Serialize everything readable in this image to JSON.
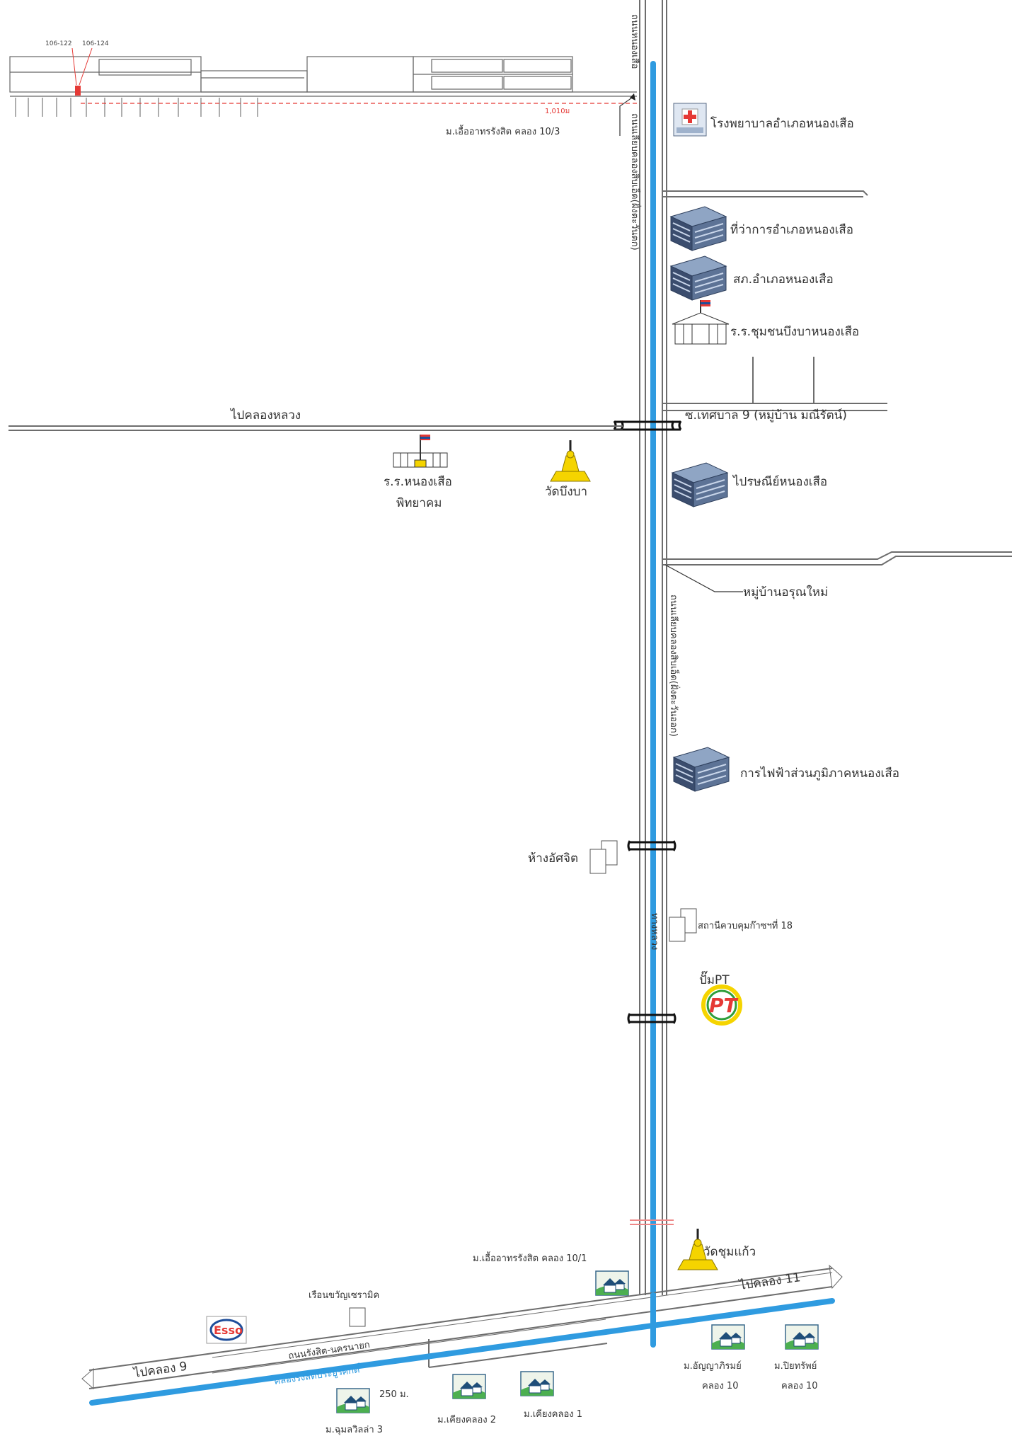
{
  "map": {
    "plots": {
      "plot_a": "106-122",
      "plot_b": "106-124",
      "distance": "1,010ม"
    },
    "roads": {
      "nongsua_top": "ถนนหนองเสือ",
      "klong_left_north": "ถนนเลียบคลองสิบเอ็ด(ฝั่งตะวันตก)",
      "klong_right_south": "ถนนเลียบคลองสิบเอ็ด(ฝั่งตะวันออก)",
      "rural_road": "ทางหลวง",
      "main_road": "ถนนรังสิต-นครนายก",
      "canal_main": "คลองรังสิตประยูรศักดิ์",
      "to_klong_luang": "ไปคลองหลวง",
      "to_klong_11": "ไปคลอง 11",
      "to_klong_9": "ไปคลอง 9",
      "soi_tesaban": "ซ.เทศบาล 9 (หมู่บ้าน มณีรัตน์)",
      "distance_250": "250 ม."
    },
    "places": {
      "village_top": "ม.เอื้ออาทรรังสิต คลอง 10/3",
      "hospital": "โรงพยาบาลอำเภอหนองเสือ",
      "district_office": "ที่ว่าการอำเภอหนองเสือ",
      "police": "สภ.อำเภอหนองเสือ",
      "school_1": "ร.ร.ชุมชนบึงบาหนองเสือ",
      "school_2_line1": "ร.ร.หนองเสือ",
      "school_2_line2": "พิทยาคม",
      "wat_bueng_ba": "วัดบึงบา",
      "post_office": "ไปรษณีย์หนองเสือ",
      "village_arun": "หมู่บ้านอรุณใหม่",
      "electricity": "การไฟฟ้าส่วนภูมิภาคหนองเสือ",
      "shop": "ห้างอัศจิต",
      "water_station": "สถานีควบคุมก๊าซฯที่ 18",
      "pt_station": "ปั๊มPT",
      "pt_logo": "PT",
      "wat_chum_kaew": "วัดชุมแก้ว",
      "village_bottom": "ม.เอื้ออาทรรังสิต คลอง 10/1",
      "reuan_khwan": "เรือนขวัญเซรามิค",
      "esso": "Esso",
      "village_anya_line1": "ม.อัญญาภิรมย์",
      "village_anya_line2": "คลอง 10",
      "village_piya_line1": "ม.ปิยทรัพย์",
      "village_piya_line2": "คลอง 10",
      "village_chuan": "ม.ฉุมลวิลล่า 3",
      "village_kiang_2": "ม.เคียงคลอง 2",
      "village_kiang_1": "ม.เคียงคลอง 1"
    },
    "colors": {
      "canal": "#2f9be0",
      "road": "#6d6d6d",
      "building": "#2e3f5c",
      "gold": "#f5d400",
      "red": "#e53935"
    },
    "icons": [
      "hospital-icon",
      "building-icon",
      "school-icon",
      "temple-icon",
      "gas-station-icon",
      "house-icon",
      "flag-icon"
    ]
  }
}
